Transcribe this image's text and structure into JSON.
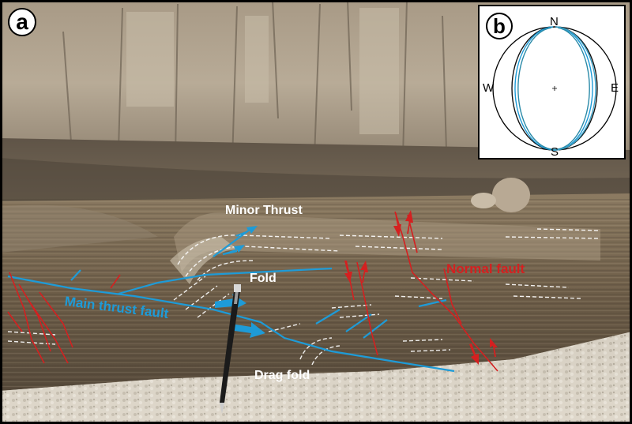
{
  "panels": {
    "a_label": "a",
    "b_label": "b"
  },
  "labels": {
    "minor_thrust": "Minor Thrust",
    "fold": "Fold",
    "main_thrust_fault": "Main thrust fault",
    "normal_fault": "Normal fault",
    "drag_fold": "Drag fold"
  },
  "stereonet": {
    "north": "N",
    "south": "S",
    "east": "E",
    "west": "W"
  },
  "colors": {
    "thrust_blue": "#1e9bd7",
    "normal_red": "#d42020",
    "label_white": "#ffffff",
    "border": "#000000"
  }
}
